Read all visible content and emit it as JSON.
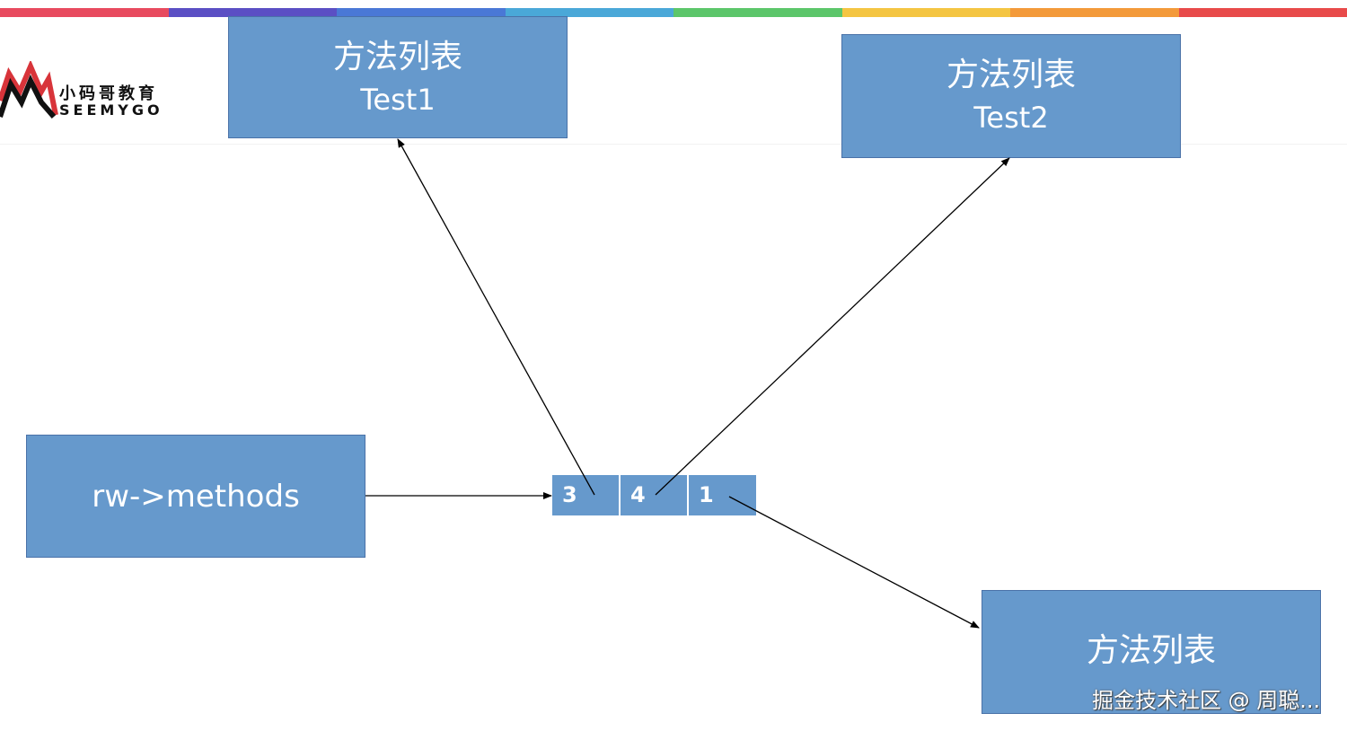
{
  "top_bar_colors": [
    "#e84a5f",
    "#5b4fc4",
    "#4a78d6",
    "#4aa8d8",
    "#5cc66a",
    "#f4c542",
    "#f39a3a",
    "#e84a4a"
  ],
  "logo": {
    "cn": "小码哥教育",
    "en": "SEEMYGO",
    "accent_color": "#d8343a"
  },
  "boxes": {
    "test1": {
      "title": "方法列表",
      "subtitle": "Test1"
    },
    "test2": {
      "title": "方法列表",
      "subtitle": "Test2"
    },
    "third": {
      "title": "方法列表"
    },
    "rw": {
      "label": "rw->methods"
    }
  },
  "array_cells": [
    "3",
    "4",
    "1"
  ],
  "watermark": "掘金技术社区 @ 周聪...",
  "colors": {
    "box_fill": "#6699cc",
    "box_border": "#4a72a8",
    "arrow": "#000000"
  }
}
